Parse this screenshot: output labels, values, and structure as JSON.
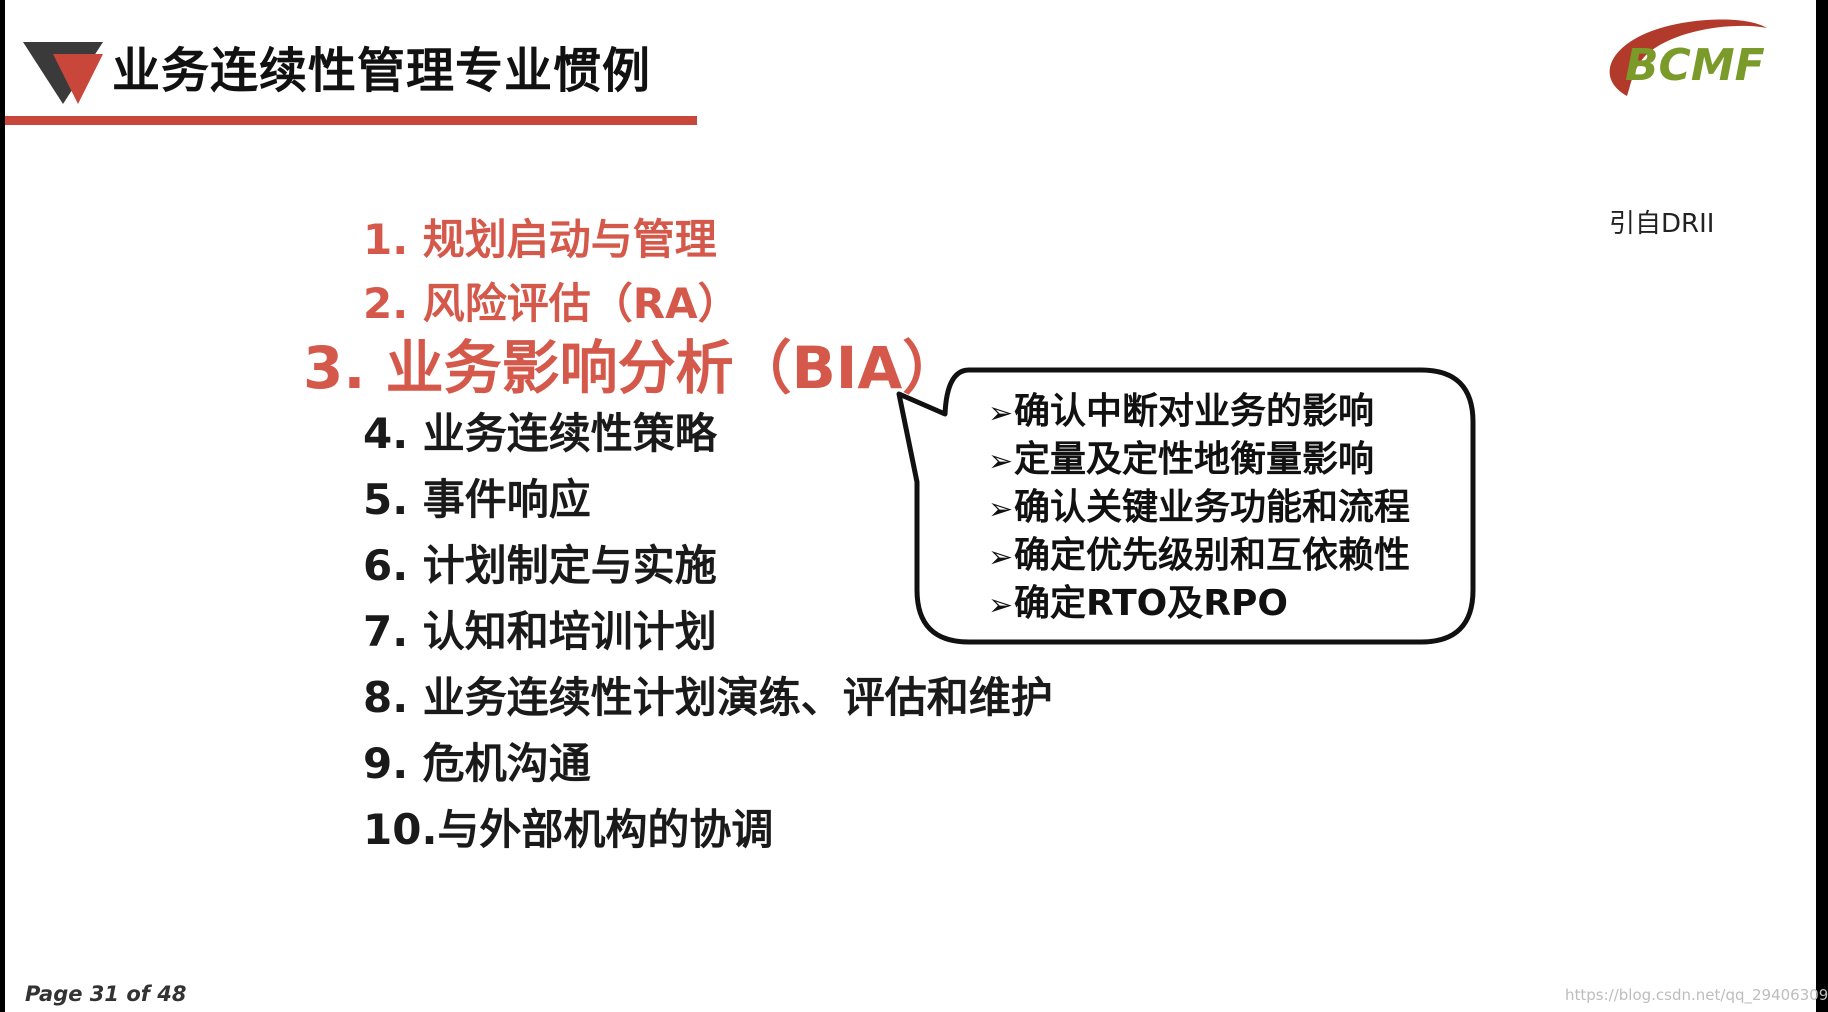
{
  "slide": {
    "title": "业务连续性管理专业惯例",
    "logo_text": "BCMF",
    "source_note": "引自DRII",
    "items": [
      "1. 规划启动与管理",
      "2. 风险评估（RA）",
      "3. 业务影响分析（BIA）",
      "4. 业务连续性策略",
      "5. 事件响应",
      "6. 计划制定与实施",
      "7. 认知和培训计划",
      "8. 业务连续性计划演练、评估和维护",
      "9. 危机沟通",
      "10.与外部机构的协调"
    ],
    "callout": {
      "arrow_glyph": "➢",
      "points": [
        "确认中断对业务的影响",
        "定量及定性地衡量影响",
        "确认关键业务功能和流程",
        "确定优先级别和互依赖性",
        "确定RTO及RPO"
      ]
    },
    "page_label": "Page 31  of  48",
    "watermark": "https://blog.csdn.net/qq_29406309"
  },
  "colors": {
    "accent_red": "#d4594b",
    "rule_red": "#c9463a",
    "logo_green": "#7a9a2a",
    "text": "#1a1a1a"
  }
}
